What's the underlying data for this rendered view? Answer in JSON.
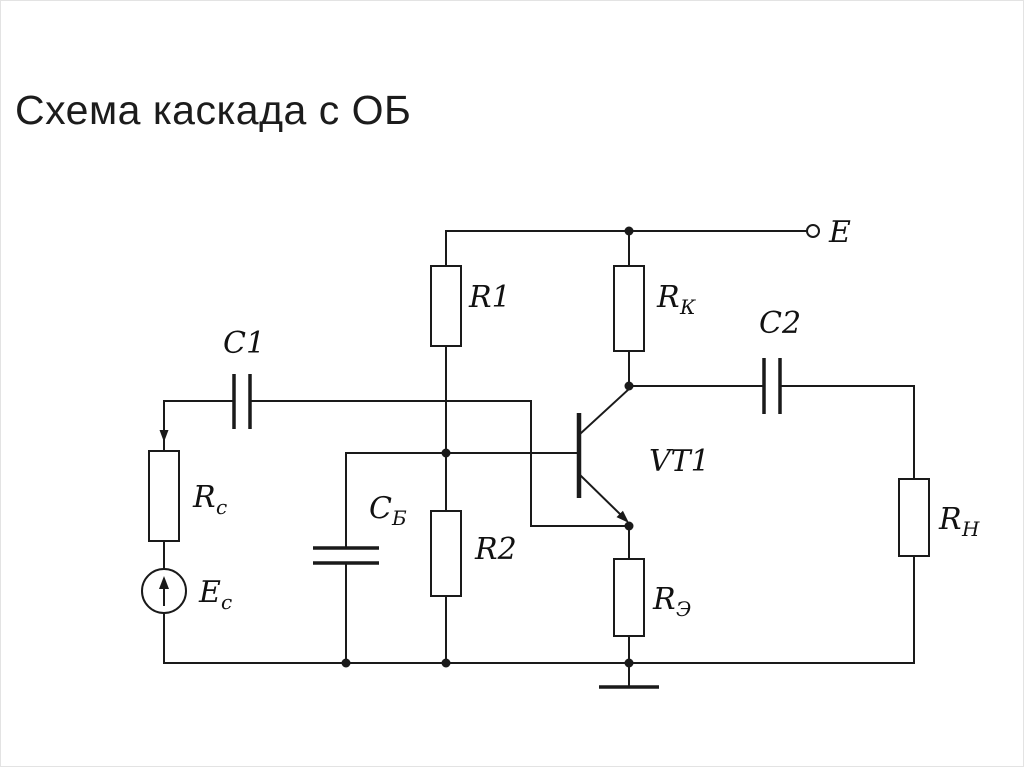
{
  "title": "Схема каскада с ОБ",
  "labels": {
    "r1": "R1",
    "r2": "R2",
    "c1": "C1",
    "c2": "C2",
    "vt1": "VT1",
    "e_terminal": "E",
    "rk": {
      "main": "R",
      "sub": "К"
    },
    "re": {
      "main": "R",
      "sub": "Э"
    },
    "rn": {
      "main": "R",
      "sub": "Н"
    },
    "rs": {
      "main": "R",
      "sub": "с"
    },
    "es": {
      "main": "E",
      "sub": "с"
    },
    "cb": {
      "main": "С",
      "sub": "Б"
    }
  },
  "colors": {
    "line": "#1a1a1a",
    "background": "#ffffff"
  }
}
